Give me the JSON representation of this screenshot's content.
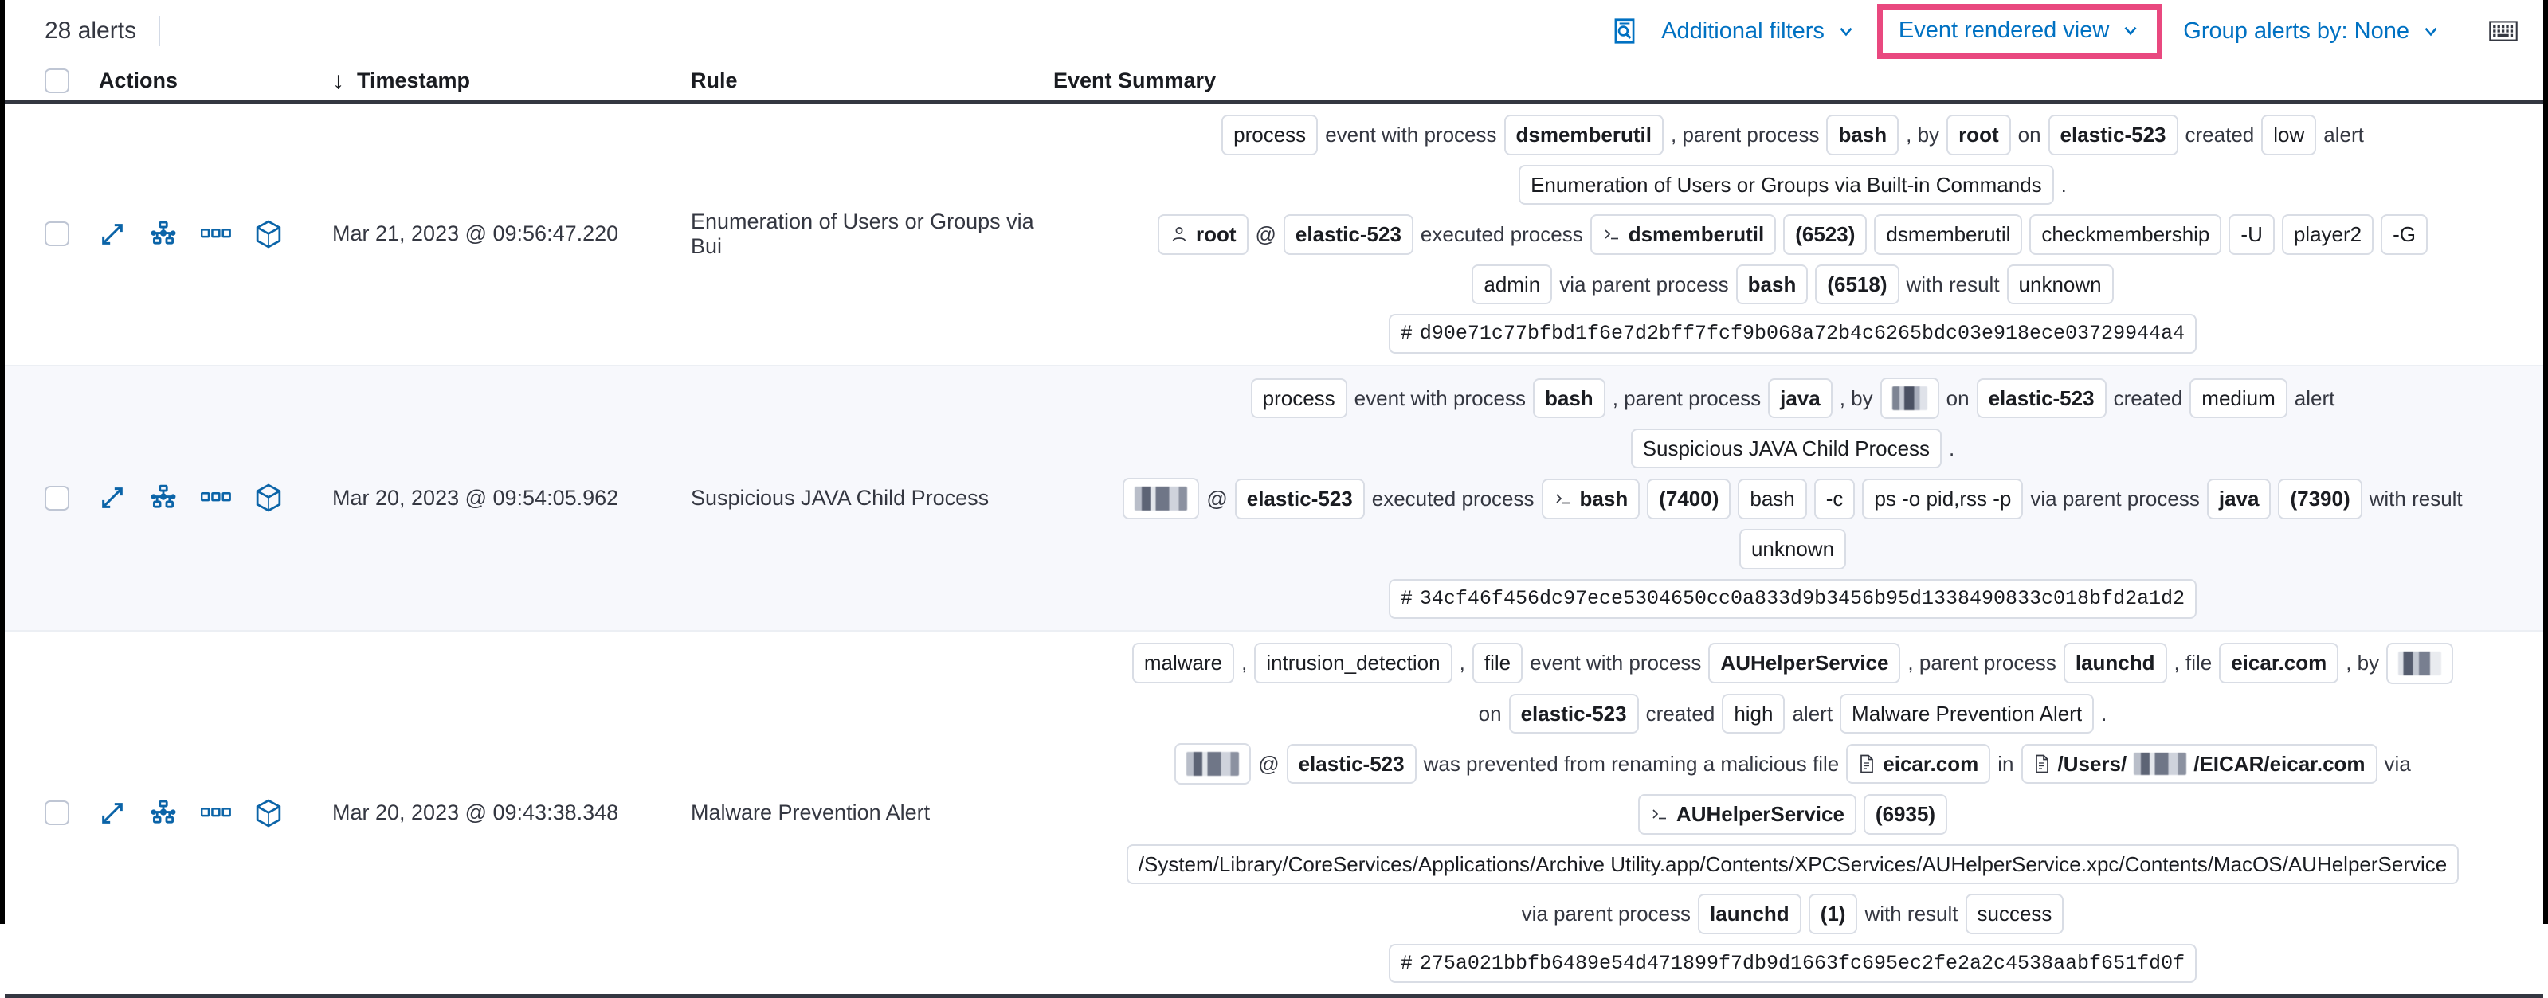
{
  "toolbar": {
    "alert_count": "28 alerts",
    "inspect_icon": "inspect-icon",
    "additional_filters": "Additional filters",
    "event_rendered_view": "Event rendered view",
    "group_alerts_by": "Group alerts by: None",
    "keyboard_icon": "keyboard-icon",
    "chevron": "⌄",
    "highlight_color": "#e9487f",
    "link_color": "#0071c2"
  },
  "table": {
    "columns": {
      "actions": "Actions",
      "timestamp": "Timestamp",
      "rule": "Rule",
      "event_summary": "Event Summary"
    },
    "sort_arrow": "↓",
    "rows": [
      {
        "timestamp": "Mar 21, 2023 @ 09:56:47.220",
        "rule": "Enumeration of Users or Groups via Bui",
        "summary_lines": [
          [
            {
              "t": "chip",
              "v": "process"
            },
            {
              "t": "txt",
              "v": "event with process"
            },
            {
              "t": "chip",
              "v": "dsmemberutil",
              "b": true
            },
            {
              "t": "txt",
              "v": ", parent process"
            },
            {
              "t": "chip",
              "v": "bash",
              "b": true
            },
            {
              "t": "txt",
              "v": ", by"
            },
            {
              "t": "chip",
              "v": "root",
              "b": true
            },
            {
              "t": "txt",
              "v": "on"
            },
            {
              "t": "chip",
              "v": "elastic-523",
              "b": true
            },
            {
              "t": "txt",
              "v": "created"
            },
            {
              "t": "chip",
              "v": "low"
            },
            {
              "t": "txt",
              "v": "alert"
            }
          ],
          [
            {
              "t": "chip",
              "v": "Enumeration of Users or Groups via Built-in Commands"
            },
            {
              "t": "txt",
              "v": "."
            }
          ],
          [
            {
              "t": "chip",
              "v": "root",
              "icon": "user-icon",
              "b": true
            },
            {
              "t": "txt",
              "v": "@"
            },
            {
              "t": "chip",
              "v": "elastic-523",
              "b": true
            },
            {
              "t": "txt",
              "v": "executed process"
            },
            {
              "t": "chip",
              "v": "dsmemberutil",
              "icon": "console-icon",
              "b": true
            },
            {
              "t": "chip",
              "v": "(6523)",
              "b": true
            },
            {
              "t": "chip",
              "v": "dsmemberutil"
            },
            {
              "t": "chip",
              "v": "checkmembership"
            },
            {
              "t": "chip",
              "v": "-U"
            },
            {
              "t": "chip",
              "v": "player2"
            },
            {
              "t": "chip",
              "v": "-G"
            }
          ],
          [
            {
              "t": "chip",
              "v": "admin"
            },
            {
              "t": "txt",
              "v": "via parent process"
            },
            {
              "t": "chip",
              "v": "bash",
              "b": true
            },
            {
              "t": "chip",
              "v": "(6518)",
              "b": true
            },
            {
              "t": "txt",
              "v": "with result"
            },
            {
              "t": "chip",
              "v": "unknown"
            }
          ],
          [
            {
              "t": "chip",
              "v": "d90e71c77bfbd1f6e7d2bff7fcf9b068a72b4c6265bdc03e918ece03729944a4",
              "hash": true,
              "prefix": "#"
            }
          ]
        ]
      },
      {
        "timestamp": "Mar 20, 2023 @ 09:54:05.962",
        "rule": "Suspicious JAVA Child Process",
        "summary_lines": [
          [
            {
              "t": "chip",
              "v": "process"
            },
            {
              "t": "txt",
              "v": "event with process"
            },
            {
              "t": "chip",
              "v": "bash",
              "b": true
            },
            {
              "t": "txt",
              "v": ", parent process"
            },
            {
              "t": "chip",
              "v": "java",
              "b": true
            },
            {
              "t": "txt",
              "v": ", by"
            },
            {
              "t": "chip",
              "v": "",
              "redact": "w1"
            },
            {
              "t": "txt",
              "v": "on"
            },
            {
              "t": "chip",
              "v": "elastic-523",
              "b": true
            },
            {
              "t": "txt",
              "v": "created"
            },
            {
              "t": "chip",
              "v": "medium"
            },
            {
              "t": "txt",
              "v": "alert"
            }
          ],
          [
            {
              "t": "chip",
              "v": "Suspicious JAVA Child Process"
            },
            {
              "t": "txt",
              "v": "."
            }
          ],
          [
            {
              "t": "chip",
              "v": "",
              "redact": "w2"
            },
            {
              "t": "txt",
              "v": "@"
            },
            {
              "t": "chip",
              "v": "elastic-523",
              "b": true
            },
            {
              "t": "txt",
              "v": "executed process"
            },
            {
              "t": "chip",
              "v": "bash",
              "icon": "console-icon",
              "b": true
            },
            {
              "t": "chip",
              "v": "(7400)",
              "b": true
            },
            {
              "t": "chip",
              "v": "bash"
            },
            {
              "t": "chip",
              "v": "-c"
            },
            {
              "t": "chip",
              "v": "ps -o pid,rss -p"
            },
            {
              "t": "txt",
              "v": "via parent process"
            },
            {
              "t": "chip",
              "v": "java",
              "b": true
            },
            {
              "t": "chip",
              "v": "(7390)",
              "b": true
            },
            {
              "t": "txt",
              "v": "with result"
            }
          ],
          [
            {
              "t": "chip",
              "v": "unknown"
            }
          ],
          [
            {
              "t": "chip",
              "v": "34cf46f456dc97ece5304650cc0a833d9b3456b95d1338490833c018bfd2a1d2",
              "hash": true,
              "prefix": "#"
            }
          ]
        ]
      },
      {
        "timestamp": "Mar 20, 2023 @ 09:43:38.348",
        "rule": "Malware Prevention Alert",
        "summary_lines": [
          [
            {
              "t": "chip",
              "v": "malware"
            },
            {
              "t": "txt",
              "v": ","
            },
            {
              "t": "chip",
              "v": "intrusion_detection"
            },
            {
              "t": "txt",
              "v": ","
            },
            {
              "t": "chip",
              "v": "file"
            },
            {
              "t": "txt",
              "v": "event with process"
            },
            {
              "t": "chip",
              "v": "AUHelperService",
              "b": true
            },
            {
              "t": "txt",
              "v": ", parent process"
            },
            {
              "t": "chip",
              "v": "launchd",
              "b": true
            },
            {
              "t": "txt",
              "v": ", file"
            },
            {
              "t": "chip",
              "v": "eicar.com",
              "b": true
            },
            {
              "t": "txt",
              "v": ", by"
            },
            {
              "t": "chip",
              "v": "",
              "redact": "w3"
            }
          ],
          [
            {
              "t": "txt",
              "v": "on"
            },
            {
              "t": "chip",
              "v": "elastic-523",
              "b": true
            },
            {
              "t": "txt",
              "v": "created"
            },
            {
              "t": "chip",
              "v": "high"
            },
            {
              "t": "txt",
              "v": "alert"
            },
            {
              "t": "chip",
              "v": "Malware Prevention Alert"
            },
            {
              "t": "txt",
              "v": "."
            }
          ],
          [
            {
              "t": "chip",
              "v": "",
              "redact": "w2"
            },
            {
              "t": "txt",
              "v": "@"
            },
            {
              "t": "chip",
              "v": "elastic-523",
              "b": true
            },
            {
              "t": "txt",
              "v": "was prevented from renaming a malicious file"
            },
            {
              "t": "chip",
              "v": "eicar.com",
              "icon": "file-icon",
              "b": true
            },
            {
              "t": "txt",
              "v": "in"
            },
            {
              "t": "chip",
              "v": "/Users/||||/EICAR/eicar.com",
              "icon": "file-icon",
              "b": true,
              "pathredact": true
            },
            {
              "t": "txt",
              "v": "via"
            }
          ],
          [
            {
              "t": "chip",
              "v": "AUHelperService",
              "icon": "console-icon",
              "b": true
            },
            {
              "t": "chip",
              "v": "(6935)",
              "b": true
            }
          ],
          [
            {
              "t": "chip",
              "v": "/System/Library/CoreServices/Applications/Archive Utility.app/Contents/XPCServices/AUHelperService.xpc/Contents/MacOS/AUHelperService",
              "path": true
            }
          ],
          [
            {
              "t": "txt",
              "v": "via parent process"
            },
            {
              "t": "chip",
              "v": "launchd",
              "b": true
            },
            {
              "t": "chip",
              "v": "(1)",
              "b": true
            },
            {
              "t": "txt",
              "v": "with result"
            },
            {
              "t": "chip",
              "v": "success"
            }
          ],
          [
            {
              "t": "chip",
              "v": "275a021bbfb6489e54d471899f7db9d1663fc695ec2fe2a2c4538aabf651fd0f",
              "hash": true,
              "prefix": "#"
            }
          ]
        ]
      }
    ],
    "row_actions": [
      "expand-icon",
      "analyzer-icon",
      "more-actions-icon",
      "session-view-icon"
    ]
  }
}
